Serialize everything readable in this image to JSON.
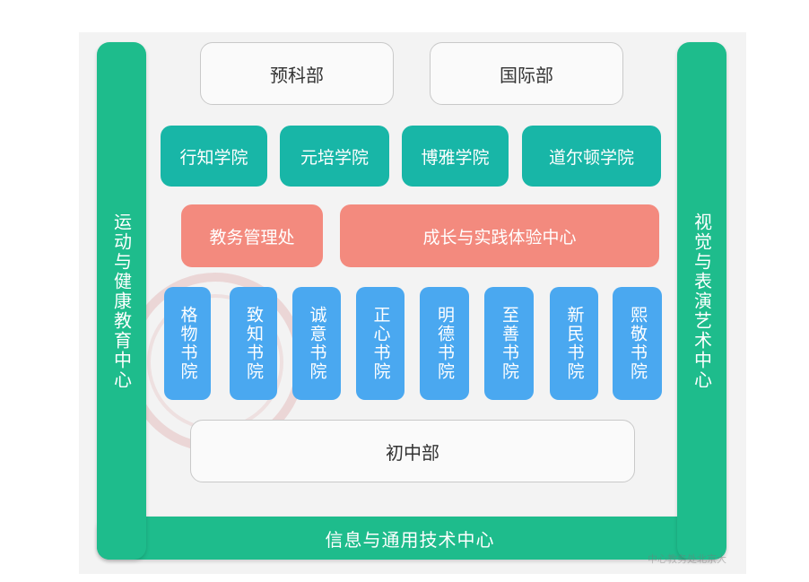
{
  "top": [
    "预科部",
    "国际部"
  ],
  "colleges": [
    "行知学院",
    "元培学院",
    "博雅学院",
    "道尔顿学院"
  ],
  "admin": [
    "教务管理处",
    "成长与实践体验中心"
  ],
  "academies": [
    "格物书院",
    "致知书院",
    "诚意书院",
    "正心书院",
    "明德书院",
    "至善书院",
    "新民书院",
    "熙敬书院"
  ],
  "junior": "初中部",
  "left_pillar": "运动与健康教育中心",
  "right_pillar": "视觉与表演艺术中心",
  "bottom_bar": "信息与通用技术中心",
  "watermark": "中心教务处北京大",
  "colors": {
    "teal": "#18b6a7",
    "salmon": "#f38a7e",
    "blue": "#4aa8f0",
    "green": "#1ebc8c"
  }
}
